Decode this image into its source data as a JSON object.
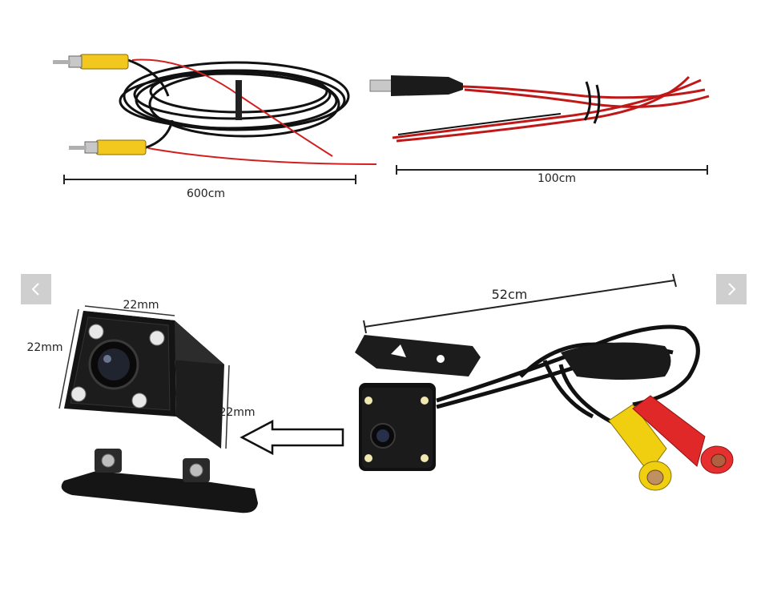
{
  "gallery": {
    "prev_icon": "chevron-left-icon",
    "next_icon": "chevron-right-icon"
  },
  "photo": {
    "video_cable_length": "600cm",
    "power_cable_length": "100cm",
    "camera_cable_length": "52cm",
    "dim_top": "22mm",
    "dim_left": "22mm",
    "dim_side": "22mm"
  }
}
